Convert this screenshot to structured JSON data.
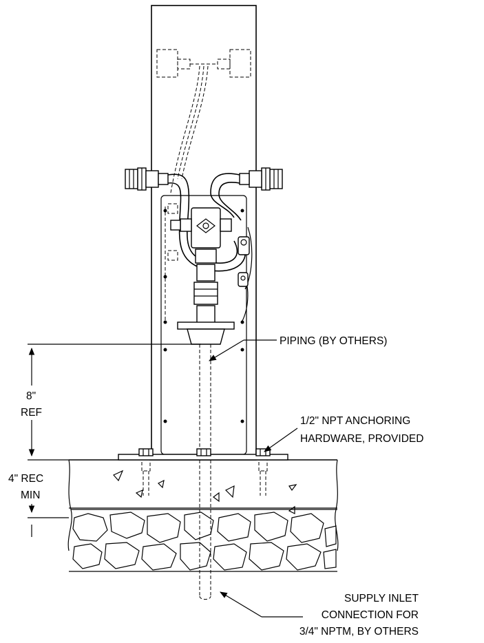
{
  "labels": {
    "piping": "PIPING (BY OTHERS)",
    "anchoring_line1": "1/2\" NPT ANCHORING",
    "anchoring_line2": "HARDWARE, PROVIDED",
    "dim_8_value": "8\"",
    "dim_8_ref": "REF",
    "dim_4_value": "4\" REC",
    "dim_4_min": "MIN",
    "supply_line1": "SUPPLY INLET",
    "supply_line2": "CONNECTION FOR",
    "supply_line3": "3/4\" NPTM, BY OTHERS"
  },
  "colors": {
    "line": "#000000",
    "background": "#ffffff"
  }
}
